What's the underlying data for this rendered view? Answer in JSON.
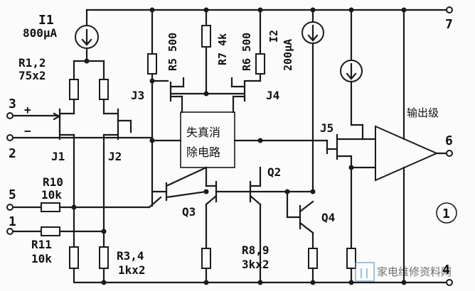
{
  "labels": {
    "i1": "I1",
    "i1_val": "800μA",
    "r12": "R1,2",
    "r12_val": "75x2",
    "r5": "R5 500",
    "r7": "R7 4k",
    "r6": "R6 500",
    "i2": "I2",
    "i2_val": "200μA",
    "j3": "J3",
    "j4": "J4",
    "j1": "J1",
    "j2": "J2",
    "j5": "J5",
    "q2": "Q2",
    "q3": "Q3",
    "q4": "Q4",
    "r10": "R10",
    "r10_val": "10k",
    "r11": "R11",
    "r11_val": "10k",
    "r34": "R3,4",
    "r34_val": "1kx2",
    "r89": "R8,9",
    "r89_val": "3kx2",
    "dist_line1": "失真消",
    "dist_line2": "除电路",
    "output_stage": "输出级",
    "pin3": "3",
    "pin3_sign": "+",
    "pin2": "2",
    "pin2_sign": "−",
    "pin5": "5",
    "pin1": "1",
    "pin7": "7",
    "pin6": "6",
    "pin4": "4",
    "fig_no": "1",
    "watermark": "家电维修资料网"
  }
}
